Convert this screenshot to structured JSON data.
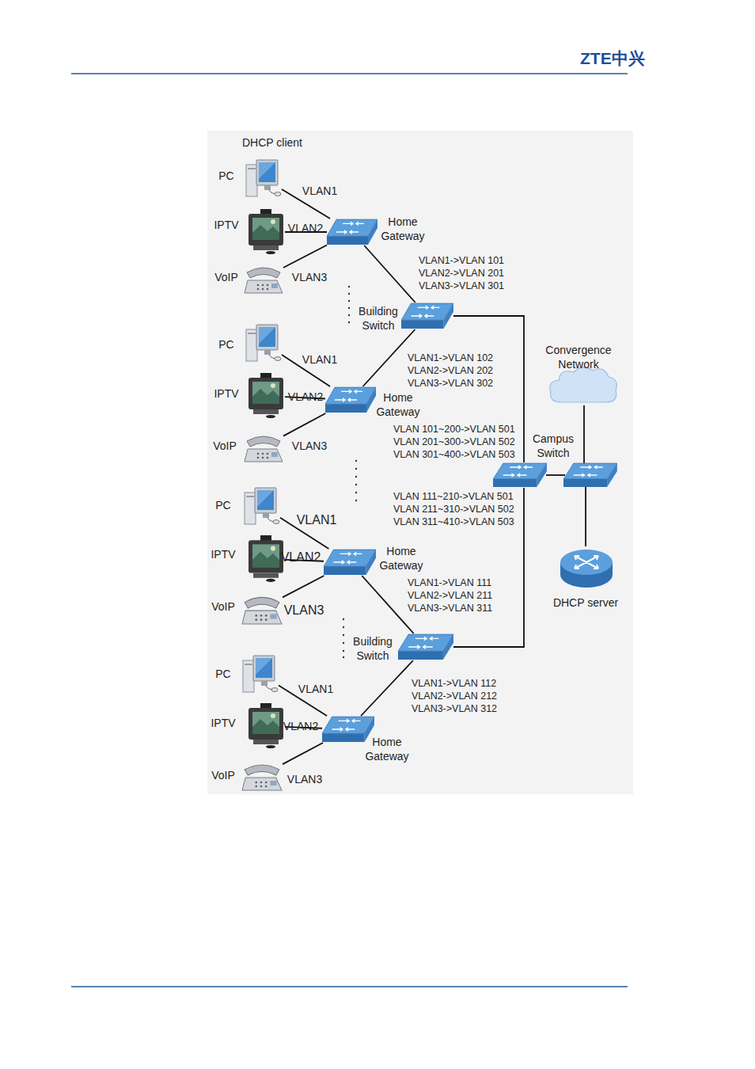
{
  "diagram": {
    "nodes": [
      {
        "text": [
          "PC"
        ]
      },
      {
        "text": [
          "IPTV"
        ]
      },
      {
        "text": [
          "VoIP"
        ]
      },
      {
        "text": [
          "Home Gateway"
        ]
      },
      {
        "text": [
          "Building Switch"
        ]
      },
      {
        "text": [
          "PC"
        ]
      },
      {
        "text": [
          "IPTV"
        ]
      },
      {
        "text": [
          "VoIP"
        ]
      },
      {
        "text": [
          "Home Gateway"
        ]
      },
      {
        "text": [
          "Convergence Network"
        ]
      },
      {
        "text": [
          "Campus Switch"
        ]
      },
      {
        "text": [
          "PC"
        ]
      },
      {
        "text": [
          "IPTV"
        ]
      },
      {
        "text": [
          "VoIP"
        ]
      },
      {
        "text": [
          "Home Gateway"
        ]
      },
      {
        "text": [
          "DHCP server"
        ]
      },
      {
        "text": [
          "Building Switch"
        ]
      },
      {
        "text": [
          "PC"
        ]
      },
      {
        "text": [
          "IPTV"
        ]
      },
      {
        "text": [
          "VoIP"
        ]
      },
      {
        "text": [
          "Home Gateway"
        ]
      }
    ],
    "edges": [
      {
        "from": 0,
        "to": 3,
        "arrow": "none",
        "label": "VLAN1"
      },
      {
        "from": 1,
        "to": 3,
        "arrow": "none",
        "label": "VLAN2"
      },
      {
        "from": 2,
        "to": 3,
        "arrow": "none",
        "label": "VLAN3"
      },
      {
        "from": 3,
        "to": 4,
        "arrow": "none"
      },
      {
        "from": 5,
        "to": 8,
        "arrow": "none",
        "label": "VLAN1"
      },
      {
        "from": 6,
        "to": 8,
        "arrow": "none",
        "label": "VLAN2"
      },
      {
        "from": 7,
        "to": 8,
        "arrow": "none",
        "label": "VLAN3"
      },
      {
        "from": 8,
        "to": 4,
        "arrow": "none"
      },
      {
        "from": 4,
        "to": 10,
        "arrow": "none"
      },
      {
        "from": 11,
        "to": 14,
        "arrow": "none",
        "label": "VLAN1"
      },
      {
        "from": 12,
        "to": 14,
        "arrow": "none",
        "label": "VLAN2"
      },
      {
        "from": 13,
        "to": 14,
        "arrow": "none",
        "label": "VLAN3"
      },
      {
        "from": 14,
        "to": 16,
        "arrow": "none"
      },
      {
        "from": 17,
        "to": 20,
        "arrow": "none",
        "label": "VLAN1"
      },
      {
        "from": 18,
        "to": 20,
        "arrow": "none",
        "label": "VLAN2"
      },
      {
        "from": 19,
        "to": 20,
        "arrow": "none",
        "label": "VLAN3"
      },
      {
        "from": 20,
        "to": 16,
        "arrow": "none"
      },
      {
        "from": 16,
        "to": 10,
        "arrow": "none"
      }
    ],
    "labels": [
      "ZTE中兴",
      "DHCP client",
      "VLAN1->VLAN 101",
      "VLAN2->VLAN 201",
      "VLAN3->VLAN 301",
      "VLAN1->VLAN 102",
      "VLAN2->VLAN 202",
      "VLAN3->VLAN 302",
      "VLAN 101~200->VLAN 501",
      "VLAN 201~300->VLAN 502",
      "VLAN 301~400->VLAN 503",
      "VLAN 111~210->VLAN 501",
      "VLAN 211~310->VLAN 502",
      "VLAN 311~410->VLAN 503",
      "VLAN1->VLAN 111",
      "VLAN2->VLAN 211",
      "VLAN3->VLAN 311",
      "VLAN1->VLAN 112",
      "VLAN2->VLAN 212",
      "VLAN3->VLAN 312"
    ]
  }
}
